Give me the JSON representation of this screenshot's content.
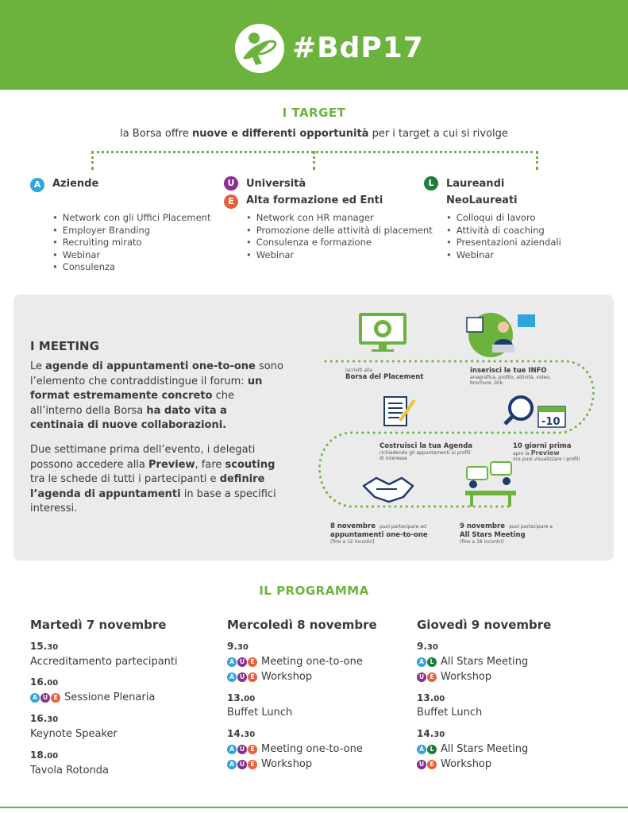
{
  "header": {
    "hashtag": "#BdP17",
    "logo_icon": "bdp-logo-icon",
    "brand_color": "#6cb33e"
  },
  "target": {
    "title": "I TARGET",
    "subtitle_pre": "la Borsa offre ",
    "subtitle_bold": "nuove e differenti opportunità",
    "subtitle_post": " per i target a cui si rivolge",
    "columns": [
      {
        "badges": [
          "A"
        ],
        "heading": "Aziende",
        "items": [
          "Network con gli Uffici Placement",
          "Employer Branding",
          "Recruiting mirato",
          "Webinar",
          "Consulenza"
        ]
      },
      {
        "badges": [
          "U",
          "E"
        ],
        "heading": "Università",
        "heading2": "Alta formazione ed Enti",
        "items": [
          "Network con HR manager",
          "Promozione delle attività di placement",
          "Consulenza e formazione",
          "Webinar"
        ]
      },
      {
        "badges": [
          "L"
        ],
        "heading": "Laureandi",
        "heading2": "NeoLaureati",
        "items": [
          "Colloqui di lavoro",
          "Attività di coaching",
          "Presentazioni aziendali",
          "Webinar"
        ]
      }
    ],
    "badge_colors": {
      "A": "#2fa4dd",
      "U": "#8a2f8f",
      "E": "#e8603b",
      "L": "#1d7e3c"
    }
  },
  "meeting": {
    "title": "I MEETING",
    "p1": [
      {
        "t": "Le ",
        "b": false
      },
      {
        "t": "agende di appuntamenti one-to-one",
        "b": true
      },
      {
        "t": " sono l’elemento che contraddistingue il forum: ",
        "b": false
      },
      {
        "t": "un format estremamente concreto",
        "b": true
      },
      {
        "t": " che all’interno della Borsa ",
        "b": false
      },
      {
        "t": "ha dato vita a centinaia di nuove collaborazioni.",
        "b": true
      }
    ],
    "p2": [
      {
        "t": "Due settimane prima dell’evento, i delegati possono accedere alla ",
        "b": false
      },
      {
        "t": "Preview",
        "b": true
      },
      {
        "t": ", fare ",
        "b": false
      },
      {
        "t": "scouting",
        "b": true
      },
      {
        "t": " tra le schede di tutti i partecipanti e ",
        "b": false
      },
      {
        "t": "definire l’agenda di appuntamenti",
        "b": true
      },
      {
        "t": " in base a specifici interessi.",
        "b": false
      }
    ],
    "steps": {
      "s1_small": "iscriviti alla",
      "s1_big": "Borsa del Placement",
      "s2_big": "inserisci le tue INFO",
      "s2_small": "anagrafica, profilo, attività, video, brochure, link",
      "s3_big": "Costruisci la tua Agenda",
      "s3_small": "richiedendo gli appuntamenti ai profili di interesse",
      "s4_big": "10 giorni prima",
      "s4_small_pre": "apre la",
      "s4_bold": "Preview",
      "s4_small_post": "ora puoi visualizzare i profili",
      "s4_badge": "-10",
      "s5_big": "8 novembre",
      "s5_small": "puoi partecipare ad",
      "s5_big2": "appuntamenti one-to-one",
      "s5_note": "(fino a 12 incontri)",
      "s6_big": "9 novembre",
      "s6_small": "puoi partecipare a",
      "s6_big2": "All Stars Meeting",
      "s6_note": "(fino a 18 incontri)"
    },
    "icons": [
      "monitor-icon",
      "person-laptop-icon",
      "document-pen-icon",
      "magnifier-calendar-icon",
      "handshake-icon",
      "meeting-people-icon"
    ]
  },
  "programma": {
    "title": "IL PROGRAMMA",
    "days": [
      {
        "name": "Martedì 7 novembre",
        "slots": [
          {
            "h": "15.",
            "m": "30",
            "events": [
              {
                "badges": [],
                "label": "Accreditamento partecipanti"
              }
            ]
          },
          {
            "h": "16.",
            "m": "00",
            "events": [
              {
                "badges": [
                  "A",
                  "U",
                  "E"
                ],
                "label": "Sessione Plenaria"
              }
            ]
          },
          {
            "h": "16.",
            "m": "30",
            "events": [
              {
                "badges": [],
                "label": "Keynote Speaker"
              }
            ]
          },
          {
            "h": "18.",
            "m": "00",
            "events": [
              {
                "badges": [],
                "label": "Tavola Rotonda"
              }
            ]
          }
        ]
      },
      {
        "name": "Mercoledì 8 novembre",
        "slots": [
          {
            "h": "9.",
            "m": "30",
            "events": [
              {
                "badges": [
                  "A",
                  "U",
                  "E"
                ],
                "label": "Meeting one-to-one"
              },
              {
                "badges": [
                  "A",
                  "U",
                  "E"
                ],
                "label": "Workshop"
              }
            ]
          },
          {
            "h": "13.",
            "m": "00",
            "events": [
              {
                "badges": [],
                "label": "Buffet Lunch"
              }
            ]
          },
          {
            "h": "14.",
            "m": "30",
            "events": [
              {
                "badges": [
                  "A",
                  "U",
                  "E"
                ],
                "label": "Meeting one-to-one"
              },
              {
                "badges": [
                  "A",
                  "U",
                  "E"
                ],
                "label": "Workshop"
              }
            ]
          }
        ]
      },
      {
        "name": "Giovedì 9 novembre",
        "slots": [
          {
            "h": "9.",
            "m": "30",
            "events": [
              {
                "badges": [
                  "A",
                  "L"
                ],
                "label": "All Stars Meeting"
              },
              {
                "badges": [
                  "U",
                  "E"
                ],
                "label": "Workshop"
              }
            ]
          },
          {
            "h": "13.",
            "m": "00",
            "events": [
              {
                "badges": [],
                "label": "Buffet Lunch"
              }
            ]
          },
          {
            "h": "14.",
            "m": "30",
            "events": [
              {
                "badges": [
                  "A",
                  "L"
                ],
                "label": "All Stars Meeting"
              },
              {
                "badges": [
                  "U",
                  "E"
                ],
                "label": "Workshop"
              }
            ]
          }
        ]
      }
    ]
  }
}
